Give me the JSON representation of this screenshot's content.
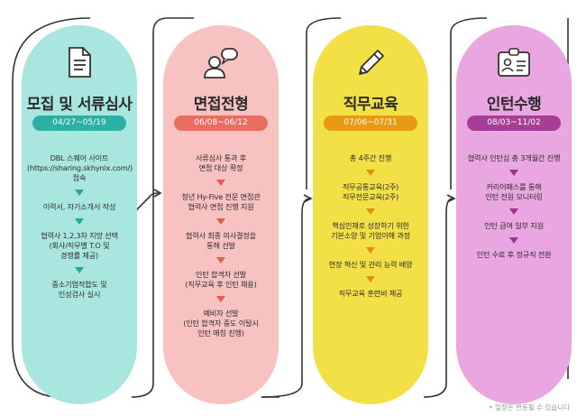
{
  "columns": [
    {
      "title": "모집 및 서류심사",
      "period": "04/27~05/19",
      "icon": "document-icon",
      "steps": [
        "DBL 스퀘어 사이트\n(https://sharing.skhynix.com/)\n접속",
        "이력서, 자기소개서 작성",
        "협력사 1,2,3차 지망 선택\n(회사/직무별 T.O 및\n경쟁률 제공)",
        "중소기업적합도 및\n인성검사 실시"
      ]
    },
    {
      "title": "면접전형",
      "period": "06/08~06/12",
      "icon": "interview-icon",
      "steps": [
        "서류심사 통과 후\n면접 대상 확정",
        "청년 Hy-Five 전문 면접관\n협력사 면접 진행 지원",
        "협력사 최종 의사결정을\n통해 선발",
        "인턴 합격자 선발\n(직무교육 후 인턴 채용)",
        "예비자 선발\n(인턴 합격자 중도 이탈시\n인턴 매칭 진행)"
      ]
    },
    {
      "title": "직무교육",
      "period": "07/06~07/31",
      "icon": "pencil-icon",
      "steps": [
        "총 4주간 진행",
        "직무공통교육(2주)\n직무전문교육(2주)",
        "핵심인재로 성장하기 위한\n기본소양 및 기업이해 과정",
        "현장 혁신 및 관리 능력 배양",
        "직무교육 훈련비 제공"
      ]
    },
    {
      "title": "인턴수행",
      "period": "08/03~11/02",
      "icon": "id-card-icon",
      "steps": [
        "협력사 인턴십 총 3개월간 진행",
        "커리어패스를 통해\n인턴 전원 모니터링",
        "인턴 급여 일부 지원",
        "인턴 수료 후 정규직 전환"
      ]
    }
  ],
  "footnote": "• 일정은 변동될 수 있습니다",
  "colors": {
    "teal": "#a8e6df",
    "salmon": "#f7c2bf",
    "yellow": "#f2e046",
    "pink": "#e9a6e0"
  }
}
